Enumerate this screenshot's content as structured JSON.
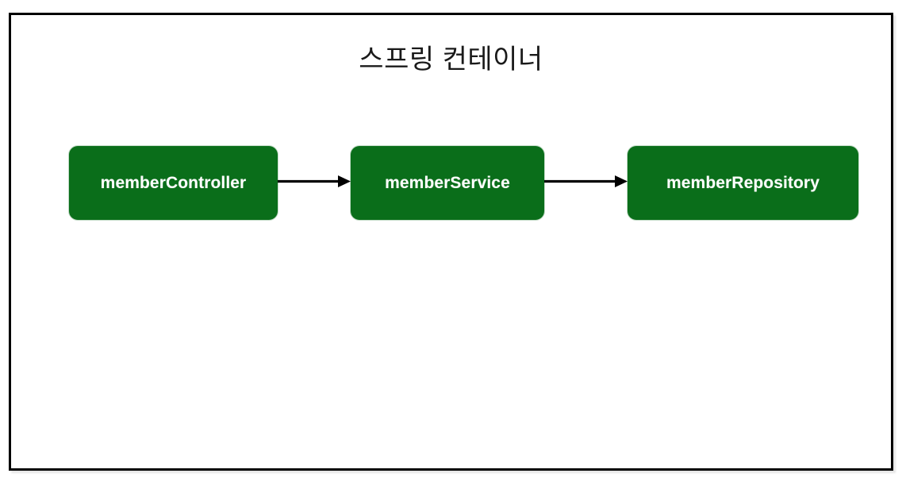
{
  "diagram": {
    "title": "스프링 컨테이너",
    "frame_border_color": "#000000",
    "background_color": "#ffffff",
    "bean_fill_color": "#0a6e1a",
    "bean_text_color": "#ffffff",
    "arrow_color": "#000000",
    "nodes": [
      {
        "id": "memberController",
        "label": "memberController"
      },
      {
        "id": "memberService",
        "label": "memberService"
      },
      {
        "id": "memberRepository",
        "label": "memberRepository"
      }
    ],
    "edges": [
      {
        "from": "memberController",
        "to": "memberService",
        "style": "solid-arrow"
      },
      {
        "from": "memberService",
        "to": "memberRepository",
        "style": "solid-arrow"
      }
    ]
  }
}
